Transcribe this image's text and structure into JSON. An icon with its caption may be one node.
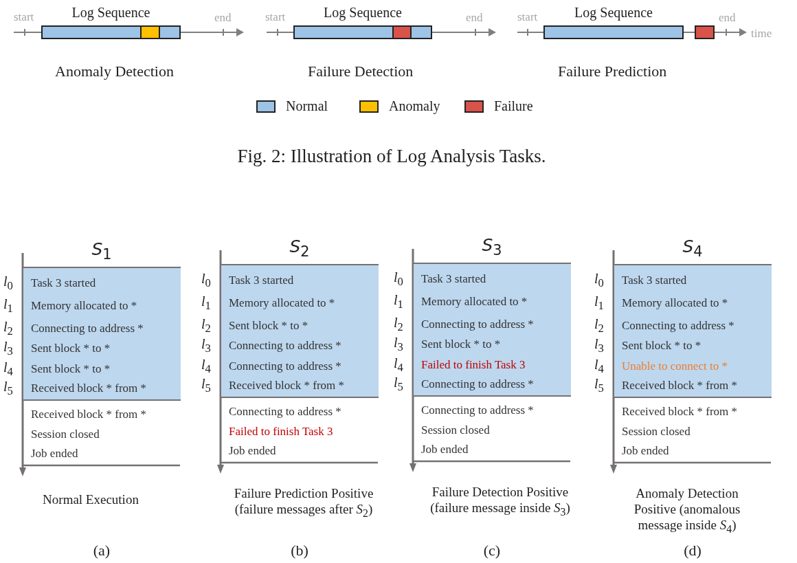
{
  "diagram": {
    "caption": "Fig. 2: Illustration of Log Analysis Tasks.",
    "nodes": [
      {
        "text": [
          "Log Sequence"
        ]
      },
      {
        "text": [],
        "shape": "box",
        "in": 0
      },
      {
        "text": [
          "Log Sequence"
        ]
      },
      {
        "text": [],
        "shape": "box",
        "in": 2
      },
      {
        "text": [
          "Log Sequence"
        ]
      },
      {
        "text": [],
        "shape": "box"
      },
      {
        "text": [
          "Task 3 started",
          "Memory allocated to *",
          "Connecting to address *",
          "Sent block * to *",
          "Sent block * to *",
          "Received block * from *"
        ]
      },
      {
        "text": [
          "Task 3 started",
          "Memory allocated to *",
          "Sent block * to *",
          "Connecting to address *",
          "Connecting to address *",
          "Received block * from *"
        ]
      },
      {
        "text": [
          "Task 3 started",
          "Memory allocated to *",
          "Connecting to address *",
          "Sent block * to *",
          "Failed to finish Task 3",
          "Connecting to address *"
        ]
      },
      {
        "text": [
          "Task 3 started",
          "Memory allocated to *",
          "Connecting to address *",
          "Sent block * to *",
          "Unable to connect to *",
          "Received block * from *"
        ]
      }
    ],
    "labels": [
      "start",
      "end",
      "start",
      "end",
      "start",
      "end",
      "time",
      "Anomaly Detection",
      "Failure Detection",
      "Failure Prediction",
      "*S*$_{1}$",
      "*l*$_{0}$",
      "*l*$_{1}$",
      "*l*$_{2}$",
      "*l*$_{3}$",
      "*l*$_{4}$",
      "*l*$_{5}$",
      "Received block * from *",
      "Session closed",
      "Job ended",
      "Normal Execution",
      "(a)",
      "*S*$_{2}$",
      "*l*$_{0}$",
      "*l*$_{1}$",
      "*l*$_{2}$",
      "*l*$_{3}$",
      "*l*$_{4}$",
      "*l*$_{5}$",
      "Connecting to address *",
      "Failed to finish Task 3",
      "Job ended",
      "Failure Prediction Positive (failure messages after *S*$_{2}$)",
      "(b)",
      "*S*$_{3}$",
      "*l*$_{0}$",
      "*l*$_{1}$",
      "*l*$_{2}$",
      "*l*$_{3}$",
      "*l*$_{4}$",
      "*l*$_{5}$",
      "Connecting to address *",
      "Session closed",
      "Job ended",
      "Failure Detection Positive (failure message inside *S*$_{3}$)",
      "(c)",
      "*S*$_{4}$",
      "*l*$_{0}$",
      "*l*$_{1}$",
      "*l*$_{2}$",
      "*l*$_{3}$",
      "*l*$_{4}$",
      "*l*$_{5}$",
      "Received block * from *",
      "Session closed",
      "Job ended",
      "Anomaly Detection Positive (anomalous message inside *S*$_{4}$)",
      "(d)"
    ],
    "legend": [
      {
        "text": "Normal",
        "color": "#9dc3e6"
      },
      {
        "text": "Anomaly",
        "color": "#ffc000"
      },
      {
        "text": "Failure",
        "color": "#d9534a"
      }
    ]
  }
}
